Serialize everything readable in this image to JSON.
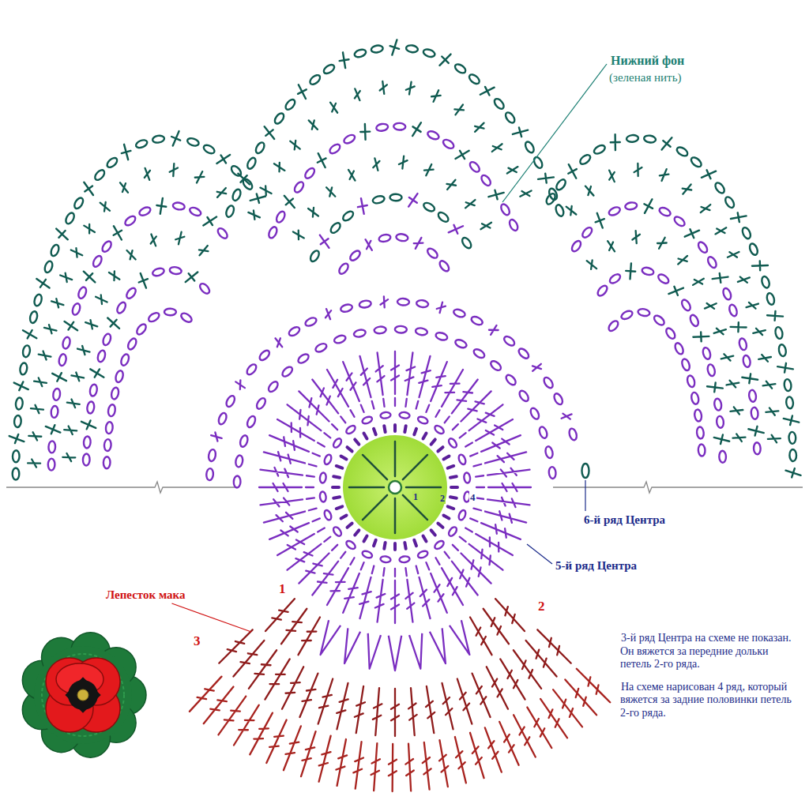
{
  "diagram": {
    "labels": [
      "Нижний фон",
      "(зеленая нить)",
      "1",
      "2",
      "4",
      "6-й ряд Центра",
      "5-й ряд Центра",
      "1",
      "2",
      "3",
      "Лепесток мака",
      "3-й ряд Центра на схеме не показан. Он вяжется за передние дольки петель 2-го ряда.",
      "На схеме нарисован 4 ряд, который вяжется за задние половинки петель 2-го ряда."
    ]
  }
}
